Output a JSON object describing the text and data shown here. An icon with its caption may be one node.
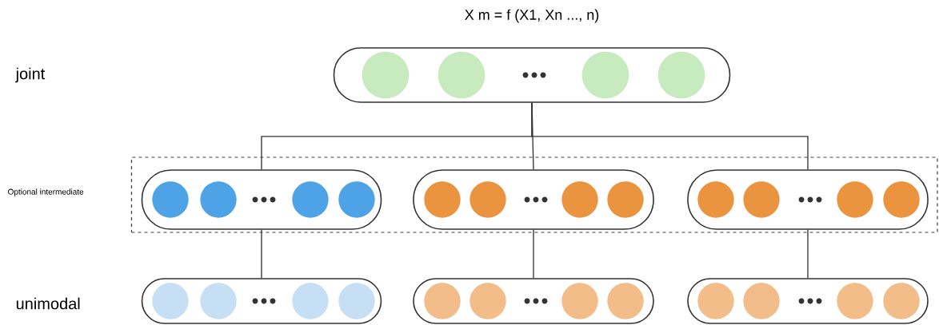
{
  "diagram": {
    "title": "X m = f (X1, Xn ..., n)",
    "nodes": [
      {
        "text": [],
        "shape": "capsule"
      },
      {
        "text": [],
        "shape": "box"
      },
      {
        "text": [],
        "shape": "capsule",
        "in": 1
      },
      {
        "text": [],
        "shape": "capsule",
        "in": 1
      },
      {
        "text": [],
        "shape": "capsule",
        "in": 1
      },
      {
        "text": [],
        "shape": "capsule"
      },
      {
        "text": [],
        "shape": "capsule"
      },
      {
        "text": [],
        "shape": "capsule"
      }
    ],
    "edges": [
      {
        "from": 0,
        "to": 2,
        "arrow": "none"
      },
      {
        "from": 0,
        "to": 3,
        "arrow": "none"
      },
      {
        "from": 0,
        "to": 4,
        "arrow": "none"
      },
      {
        "from": 2,
        "to": 5,
        "arrow": "none"
      },
      {
        "from": 3,
        "to": 6,
        "arrow": "none"
      },
      {
        "from": 4,
        "to": 7,
        "arrow": "none"
      }
    ],
    "labels": [
      "joint",
      "Optional intermediate",
      "unimodal"
    ]
  }
}
